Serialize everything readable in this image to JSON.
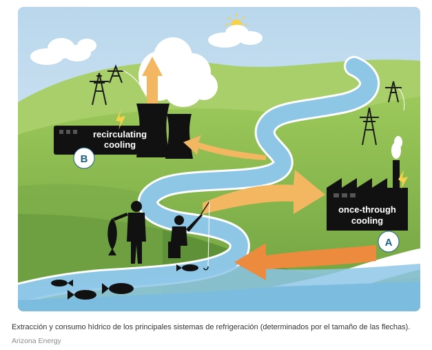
{
  "diagram": {
    "plant_b": {
      "label_line1": "recirculating",
      "label_line2": "cooling",
      "badge": "B"
    },
    "plant_a": {
      "label_line1": "once-through",
      "label_line2": "cooling",
      "badge": "A"
    }
  },
  "caption": "Extracción y consumo hídrico de los principales sistemas de refrigeración (determinados por el tamaño de las flechas).",
  "credit": "Arizona Energy",
  "colors": {
    "sky": "#cfe3f1",
    "hill_light": "#8cc04f",
    "hill_dark": "#5c8d36",
    "river": "#8ec7e6",
    "river_edge": "#ffffff",
    "arrow_light": "#f3b762",
    "arrow_dark": "#ec8b3d",
    "badge_text": "#1d5f86"
  }
}
